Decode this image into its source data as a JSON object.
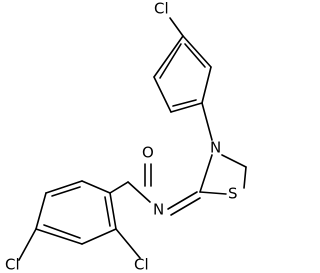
{
  "atoms": {
    "cl_top": "Cl",
    "n_ring": "N",
    "o_carbonyl": "O",
    "n_imine": "N",
    "s_ring": "S",
    "cl_left": "Cl",
    "cl_right": "Cl"
  },
  "colors": {
    "bond": "#000000",
    "text": "#000000",
    "background": "#ffffff"
  }
}
